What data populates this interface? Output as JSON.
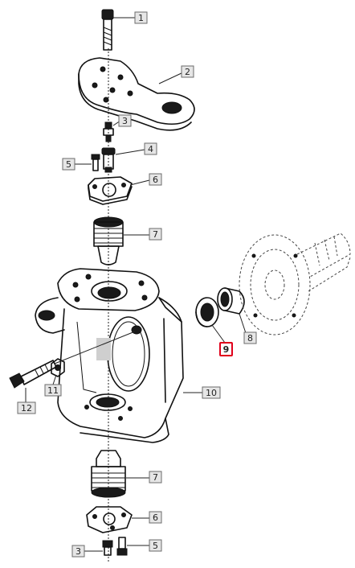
{
  "callouts": [
    {
      "id": "c1",
      "label": "1"
    },
    {
      "id": "c2",
      "label": "2"
    },
    {
      "id": "c3a",
      "label": "3"
    },
    {
      "id": "c4",
      "label": "4"
    },
    {
      "id": "c5a",
      "label": "5"
    },
    {
      "id": "c6a",
      "label": "6"
    },
    {
      "id": "c7a",
      "label": "7"
    },
    {
      "id": "c8",
      "label": "8"
    },
    {
      "id": "c9",
      "label": "9",
      "highlighted": true
    },
    {
      "id": "c10",
      "label": "10"
    },
    {
      "id": "c11",
      "label": "11"
    },
    {
      "id": "c12",
      "label": "12"
    },
    {
      "id": "c7b",
      "label": "7"
    },
    {
      "id": "c6b",
      "label": "6"
    },
    {
      "id": "c3b",
      "label": "3"
    },
    {
      "id": "c5b",
      "label": "5"
    }
  ],
  "colors": {
    "highlight": "#e0001b",
    "label_box": "#e6e6e6",
    "ink": "#111111"
  }
}
